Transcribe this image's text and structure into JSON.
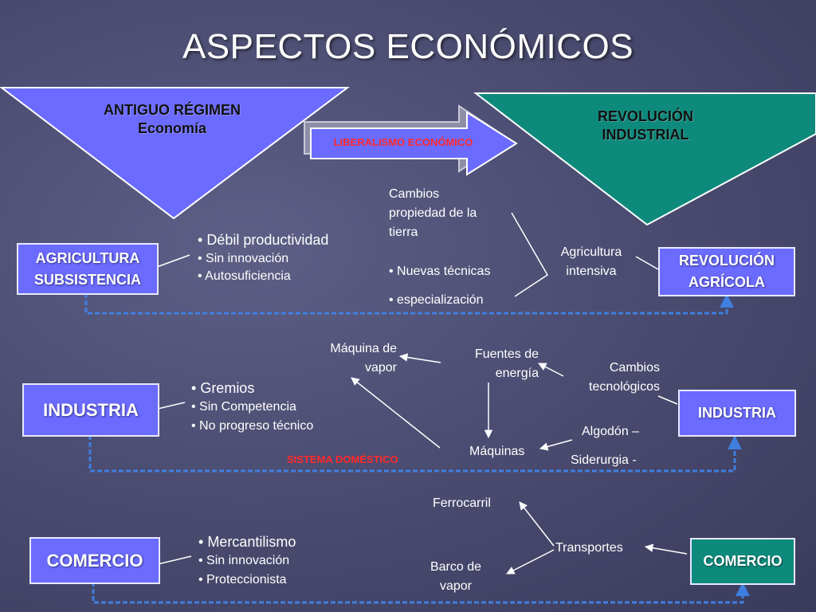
{
  "title": "ASPECTOS ECONÓMICOS",
  "antiguo": {
    "line1": "ANTIGUO RÉGIMEN",
    "line2": "Economía"
  },
  "revolucion_industrial": {
    "line1": "REVOLUCIÓN",
    "line2": "INDUSTRIAL"
  },
  "liberalismo": "LIBERALISMO ECONÓMICO",
  "agricultura": {
    "left": {
      "line1": "AGRICULTURA",
      "line2": "SUBSISTENCIA"
    },
    "bullets": [
      "Débil productividad",
      "Sin innovación",
      "Autosuficiencia"
    ],
    "cambios": [
      "Cambios",
      "propiedad de la",
      "tierra"
    ],
    "nuevas_tecnicas": "Nuevas técnicas",
    "especializacion": "especialización",
    "intensiva": [
      "Agricultura",
      "intensiva"
    ],
    "right": {
      "line1": "REVOLUCIÓN",
      "line2": "AGRÍCOLA"
    }
  },
  "industria": {
    "left": "INDUSTRIA",
    "bullets": [
      "Gremios",
      "Sin Competencia",
      "No progreso técnico"
    ],
    "maquina_vapor": [
      "Máquina de",
      "vapor"
    ],
    "fuentes": [
      "Fuentes de",
      "energía"
    ],
    "cambios_tec": [
      "Cambios",
      "tecnológicos"
    ],
    "maquinas": "Máquinas",
    "algodon": "Algodón –",
    "siderurgia": "Siderurgia -",
    "sistema": "SISTEMA DOMÉSTICO",
    "right": "INDUSTRIA"
  },
  "comercio": {
    "left": "COMERCIO",
    "bullets": [
      "Mercantilismo",
      "Sin innovación",
      "Proteccionista"
    ],
    "ferrocarril": "Ferrocarril",
    "transportes": "Transportes",
    "barco": [
      "Barco de",
      "vapor"
    ],
    "right": "COMERCIO"
  },
  "colors": {
    "box": "#6b6bff",
    "teal": "#0e8a7c",
    "connector": "#3f7fe0",
    "red_label": "#ff2a2a"
  }
}
